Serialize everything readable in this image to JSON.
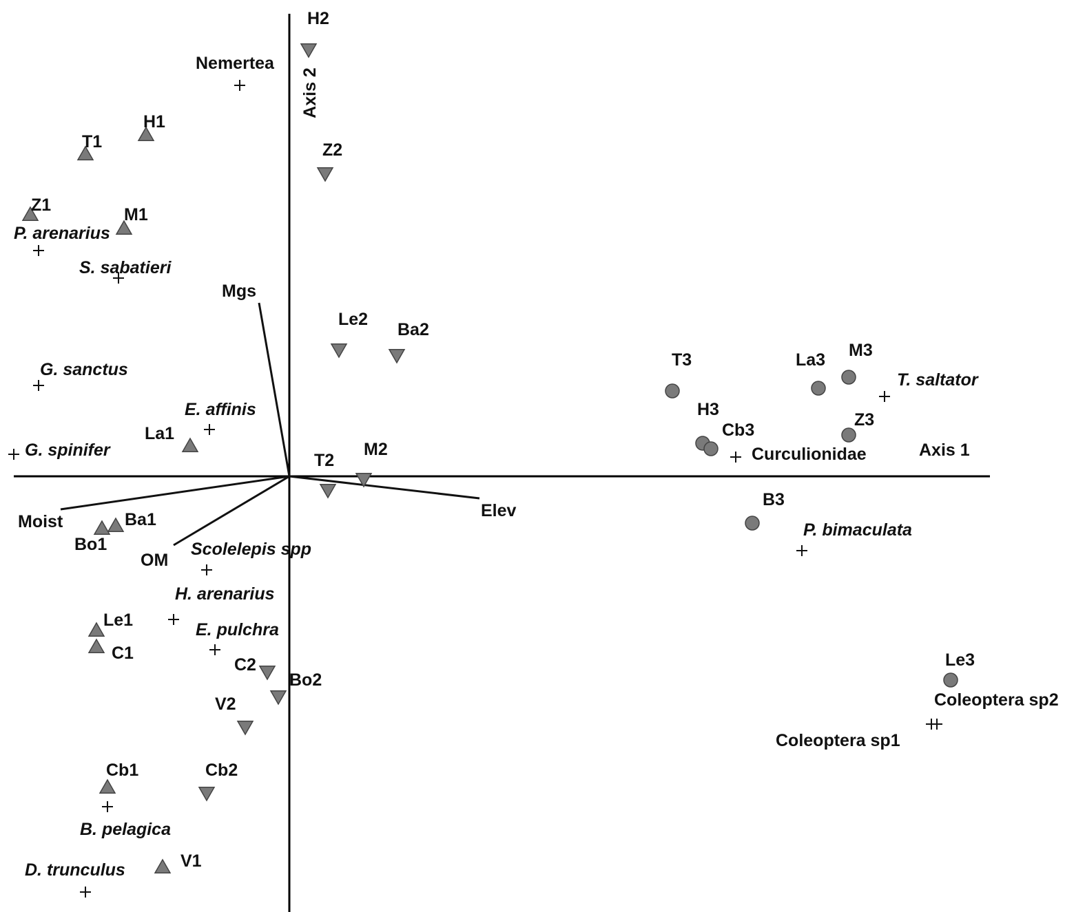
{
  "chart_data": {
    "type": "scatter",
    "title": "",
    "xlabel": "Axis 1",
    "ylabel": "Axis 2",
    "xlim": [
      -1.0,
      2.55
    ],
    "ylim": [
      -1.57,
      1.7
    ],
    "grid": false,
    "legend": "none",
    "colors": {
      "marker_fill": "#7a7a7a",
      "marker_stroke": "#444444",
      "ink": "#111111"
    },
    "series": [
      {
        "marker": "triangle-up",
        "points": [
          {
            "label": "H1",
            "x": -0.52,
            "y": 1.24
          },
          {
            "label": "T1",
            "x": -0.74,
            "y": 1.17
          },
          {
            "label": "Z1",
            "x": -0.94,
            "y": 0.95
          },
          {
            "label": "M1",
            "x": -0.6,
            "y": 0.9
          },
          {
            "label": "La1",
            "x": -0.36,
            "y": 0.11
          },
          {
            "label": "Ba1",
            "x": -0.63,
            "y": -0.18
          },
          {
            "label": "Bo1",
            "x": -0.68,
            "y": -0.19
          },
          {
            "label": "Le1",
            "x": -0.7,
            "y": -0.56
          },
          {
            "label": "C1",
            "x": -0.7,
            "y": -0.62
          },
          {
            "label": "Cb1",
            "x": -0.66,
            "y": -1.13
          },
          {
            "label": "V1",
            "x": -0.46,
            "y": -1.42
          }
        ]
      },
      {
        "marker": "triangle-down",
        "points": [
          {
            "label": "H2",
            "x": 0.07,
            "y": 1.55
          },
          {
            "label": "Z2",
            "x": 0.13,
            "y": 1.1
          },
          {
            "label": "Le2",
            "x": 0.18,
            "y": 0.46
          },
          {
            "label": "Ba2",
            "x": 0.39,
            "y": 0.44
          },
          {
            "label": "T2",
            "x": 0.14,
            "y": -0.05
          },
          {
            "label": "M2",
            "x": 0.27,
            "y": -0.01
          },
          {
            "label": "C2",
            "x": -0.08,
            "y": -0.71
          },
          {
            "label": "Bo2",
            "x": -0.04,
            "y": -0.8
          },
          {
            "label": "V2",
            "x": -0.16,
            "y": -0.91
          },
          {
            "label": "Cb2",
            "x": -0.3,
            "y": -1.15
          }
        ]
      },
      {
        "marker": "circle",
        "points": [
          {
            "label": "T3",
            "x": 1.39,
            "y": 0.31
          },
          {
            "label": "La3",
            "x": 1.92,
            "y": 0.32
          },
          {
            "label": "M3",
            "x": 2.03,
            "y": 0.36
          },
          {
            "label": "H3",
            "x": 1.5,
            "y": 0.12
          },
          {
            "label": "Cb3",
            "x": 1.53,
            "y": 0.1
          },
          {
            "label": "Z3",
            "x": 2.03,
            "y": 0.15
          },
          {
            "label": "B3",
            "x": 1.68,
            "y": -0.17
          },
          {
            "label": "Le3",
            "x": 2.4,
            "y": -0.74
          }
        ]
      },
      {
        "marker": "cross",
        "points": [
          {
            "label": "Nemertea",
            "x": -0.18,
            "y": 1.42
          },
          {
            "label": "P. arenarius",
            "x": -0.91,
            "y": 0.82
          },
          {
            "label": "S. sabatieri",
            "x": -0.62,
            "y": 0.72
          },
          {
            "label": "G.  sanctus",
            "x": -0.91,
            "y": 0.33
          },
          {
            "label": "E. affinis",
            "x": -0.29,
            "y": 0.17
          },
          {
            "label": "G. spinifer",
            "x": -1.0,
            "y": 0.08
          },
          {
            "label": "Scolelepis spp",
            "x": -0.3,
            "y": -0.34
          },
          {
            "label": "H. arenarius",
            "x": -0.42,
            "y": -0.52
          },
          {
            "label": "E. pulchra",
            "x": -0.27,
            "y": -0.63
          },
          {
            "label": "B. pelagica",
            "x": -0.66,
            "y": -1.2
          },
          {
            "label": "D. trunculus",
            "x": -0.74,
            "y": -1.51
          },
          {
            "label": "T. saltator",
            "x": 2.16,
            "y": 0.29
          },
          {
            "label": "Curculionidae",
            "x": 1.62,
            "y": 0.07
          },
          {
            "label": "P. bimaculata",
            "x": 1.86,
            "y": -0.27
          },
          {
            "label": "Coleoptera sp1",
            "x": 2.33,
            "y": -0.9
          },
          {
            "label": "Coleoptera sp2",
            "x": 2.35,
            "y": -0.9
          }
        ]
      }
    ],
    "vectors": [
      {
        "label": "Mgs",
        "x": -0.11,
        "y": 0.63
      },
      {
        "label": "Moist",
        "x": -0.83,
        "y": -0.12
      },
      {
        "label": "OM",
        "x": -0.42,
        "y": -0.25
      },
      {
        "label": "Elev",
        "x": 0.69,
        "y": -0.08
      }
    ]
  }
}
